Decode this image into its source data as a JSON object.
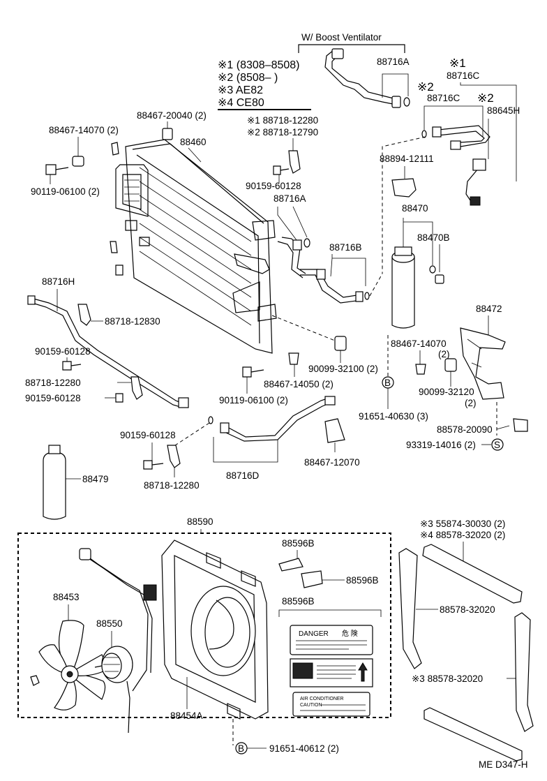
{
  "labels": {
    "boost_header": "W/ Boost Ventilator",
    "note_1": "※1 (8308–8508)",
    "note_2": "※2 (8508–        )",
    "note_3": "※3 AE82",
    "note_4": "※4 CE80",
    "p88716A_top": "88716A",
    "p88716C_mark1": "※1",
    "p88716C_1": "88716C",
    "p88716C_mark2": "※2",
    "p88716C_2": "88716C",
    "p88645H_mark": "※2",
    "p88645H": "88645H",
    "p88467_20040": "88467-20040 (2)",
    "p88718_12280_n1": "※1 88718-12280",
    "p88718_12790_n2": "※2 88718-12790",
    "p88467_14070_top": "88467-14070 (2)",
    "p88460": "88460",
    "p90119_06100_top": "90119-06100 (2)",
    "p90159_60128_mid": "90159-60128",
    "p88716A_mid": "88716A",
    "p88894_12111": "88894-12111",
    "p88470": "88470",
    "p88470B": "88470B",
    "p88716B": "88716B",
    "p88716H": "88716H",
    "p88718_12830": "88718-12830",
    "p88472": "88472",
    "p90159_60128_left": "90159-60128",
    "p88718_12280_left": "88718-12280",
    "p90159_60128_left2": "90159-60128",
    "p88467_14050": "88467-14050 (2)",
    "p90099_32100": "90099-32100 (2)",
    "p88467_14070_right": "88467-14070",
    "p88467_14070_right_qty": "(2)",
    "p90099_32120": "90099-32120",
    "p90099_32120_qty": "(2)",
    "p90119_06100_mid": "90119-06100 (2)",
    "p91651_40630": "91651-40630 (3)",
    "p88578_20090": "88578-20090",
    "p93319_14016": "93319-14016 (2)",
    "p90159_60128_low": "90159-60128",
    "p88479": "88479",
    "p88718_12280_low": "88718-12280",
    "p88716D": "88716D",
    "p88467_12070": "88467-12070",
    "p88590": "88590",
    "p88596B_1": "88596B",
    "p88596B_2": "88596B",
    "p88596B_3": "88596B",
    "p88453": "88453",
    "p88550": "88550",
    "p88454A": "88454A",
    "p91651_40612": "91651-40612 (2)",
    "p55874_30030": "※3 55874-30030 (2)",
    "p88578_32020_n4": "※4 88578-32020 (2)",
    "p88578_32020_mid": "88578-32020",
    "p88578_32020_n3": "※3 88578-32020",
    "decal_danger": "DANGER",
    "decal_danger_kanji": "危 険",
    "decal_ac": "AIR CONDITIONER",
    "decal_caution": "CAUTION",
    "circle_b": "B",
    "circle_s": "S",
    "footer": "ME  D347-H"
  }
}
